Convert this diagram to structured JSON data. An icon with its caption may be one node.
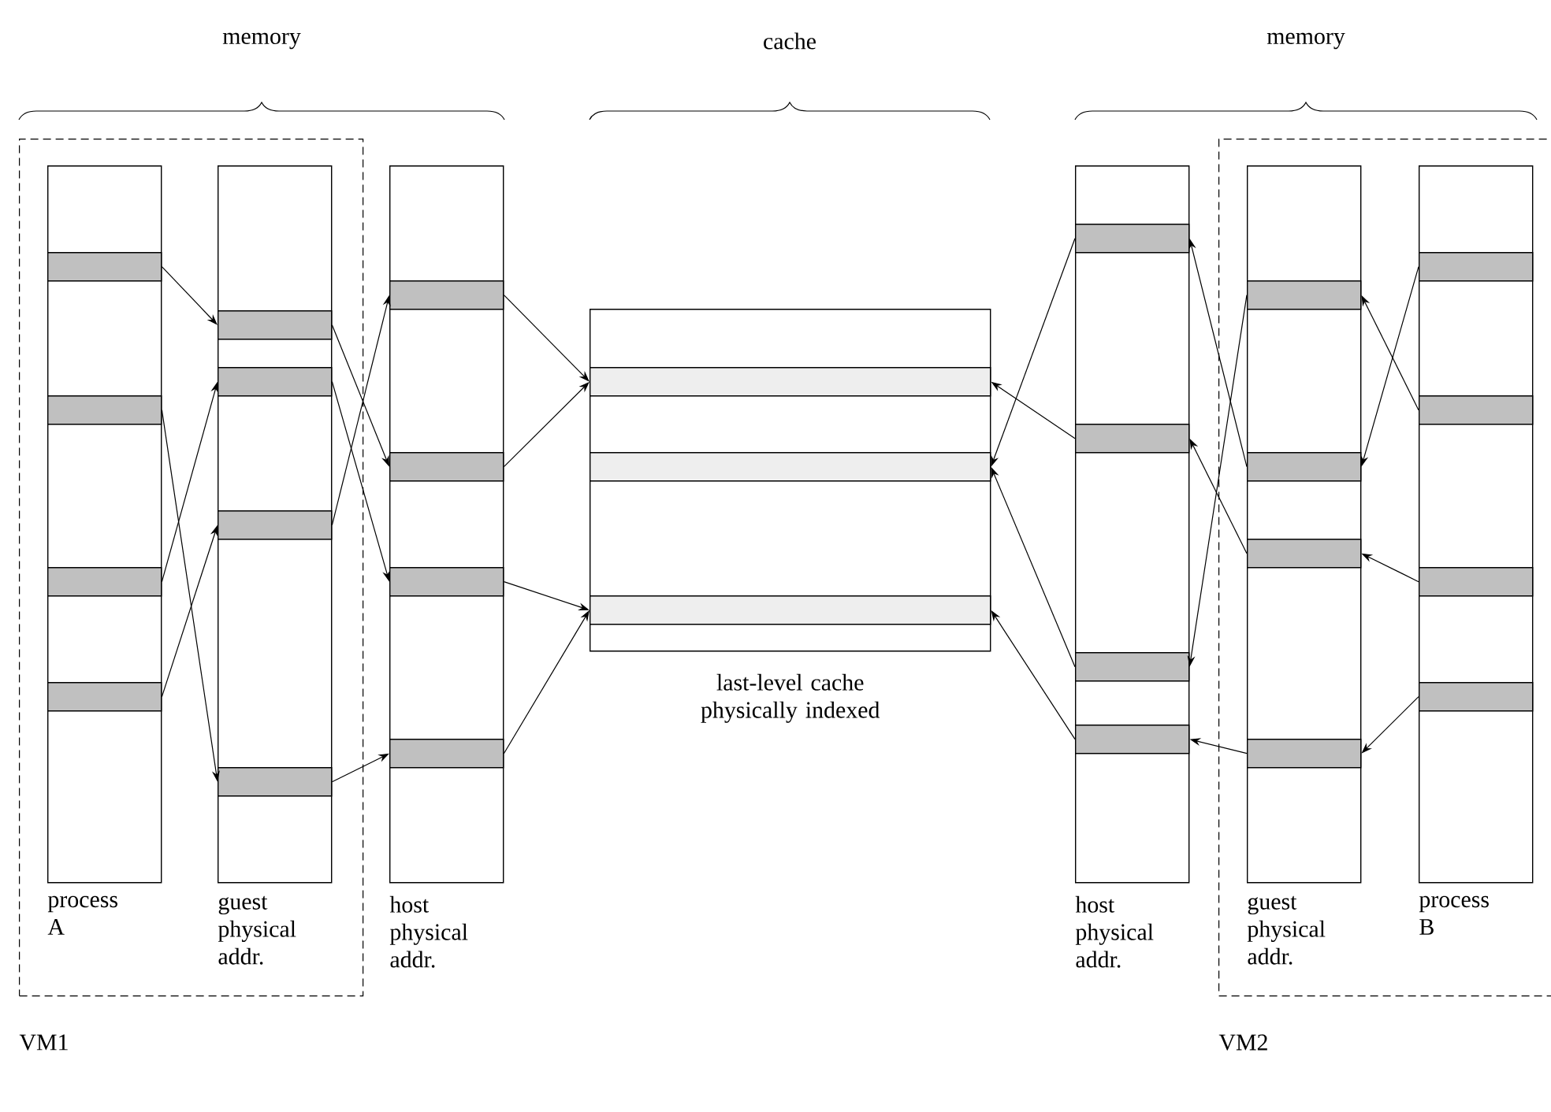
{
  "diagram": {
    "nodes": [
      {
        "text": [
          "VM1"
        ]
      },
      {
        "text": [
          "process A"
        ],
        "in": 0
      },
      {
        "text": [],
        "shape": "bar",
        "in": 1
      },
      {
        "text": [],
        "shape": "bar",
        "in": 1
      },
      {
        "text": [],
        "shape": "bar",
        "in": 1
      },
      {
        "text": [],
        "shape": "bar",
        "in": 1
      },
      {
        "text": [
          "guest physical addr."
        ],
        "in": 0
      },
      {
        "text": [],
        "shape": "bar",
        "in": 6
      },
      {
        "text": [],
        "shape": "bar",
        "in": 6
      },
      {
        "text": [],
        "shape": "bar",
        "in": 6
      },
      {
        "text": [],
        "shape": "bar",
        "in": 6
      },
      {
        "text": [
          "host physical addr."
        ]
      },
      {
        "text": [],
        "shape": "bar",
        "in": 11
      },
      {
        "text": [],
        "shape": "bar",
        "in": 11
      },
      {
        "text": [],
        "shape": "bar",
        "in": 11
      },
      {
        "text": [],
        "shape": "bar",
        "in": 11
      },
      {
        "text": [
          "last-level cache physically indexed"
        ]
      },
      {
        "text": [],
        "shape": "bar",
        "in": 16
      },
      {
        "text": [],
        "shape": "bar",
        "in": 16
      },
      {
        "text": [],
        "shape": "bar",
        "in": 16
      },
      {
        "text": [
          "host physical addr."
        ]
      },
      {
        "text": [],
        "shape": "bar",
        "in": 20
      },
      {
        "text": [],
        "shape": "bar",
        "in": 20
      },
      {
        "text": [],
        "shape": "bar",
        "in": 20
      },
      {
        "text": [],
        "shape": "bar",
        "in": 20
      },
      {
        "text": [
          "VM2"
        ]
      },
      {
        "text": [
          "guest physical addr."
        ],
        "in": 25
      },
      {
        "text": [],
        "shape": "bar",
        "in": 26
      },
      {
        "text": [],
        "shape": "bar",
        "in": 26
      },
      {
        "text": [],
        "shape": "bar",
        "in": 26
      },
      {
        "text": [],
        "shape": "bar",
        "in": 26
      },
      {
        "text": [
          "process B"
        ],
        "in": 25
      },
      {
        "text": [],
        "shape": "bar",
        "in": 31
      },
      {
        "text": [],
        "shape": "bar",
        "in": 31
      },
      {
        "text": [],
        "shape": "bar",
        "in": 31
      },
      {
        "text": [],
        "shape": "bar",
        "in": 31
      }
    ],
    "edges": [
      {
        "from": 2,
        "to": 7,
        "arrow": "to"
      },
      {
        "from": 3,
        "to": 10,
        "arrow": "to"
      },
      {
        "from": 4,
        "to": 8,
        "arrow": "to"
      },
      {
        "from": 5,
        "to": 9,
        "arrow": "to"
      },
      {
        "from": 7,
        "to": 13,
        "arrow": "to"
      },
      {
        "from": 8,
        "to": 14,
        "arrow": "to"
      },
      {
        "from": 9,
        "to": 12,
        "arrow": "to"
      },
      {
        "from": 10,
        "to": 15,
        "arrow": "to"
      },
      {
        "from": 12,
        "to": 17,
        "arrow": "to"
      },
      {
        "from": 13,
        "to": 17,
        "arrow": "to"
      },
      {
        "from": 14,
        "to": 19,
        "arrow": "to"
      },
      {
        "from": 15,
        "to": 19,
        "arrow": "to"
      },
      {
        "from": 21,
        "to": 18,
        "arrow": "to"
      },
      {
        "from": 22,
        "to": 17,
        "arrow": "to"
      },
      {
        "from": 23,
        "to": 18,
        "arrow": "to"
      },
      {
        "from": 24,
        "to": 19,
        "arrow": "to"
      },
      {
        "from": 27,
        "to": 23,
        "arrow": "to"
      },
      {
        "from": 28,
        "to": 21,
        "arrow": "to"
      },
      {
        "from": 29,
        "to": 22,
        "arrow": "to"
      },
      {
        "from": 30,
        "to": 24,
        "arrow": "to"
      },
      {
        "from": 32,
        "to": 28,
        "arrow": "to"
      },
      {
        "from": 33,
        "to": 27,
        "arrow": "to"
      },
      {
        "from": 34,
        "to": 29,
        "arrow": "to"
      },
      {
        "from": 35,
        "to": 30,
        "arrow": "to"
      }
    ],
    "labels": [
      "memory",
      "cache",
      "memory"
    ]
  }
}
